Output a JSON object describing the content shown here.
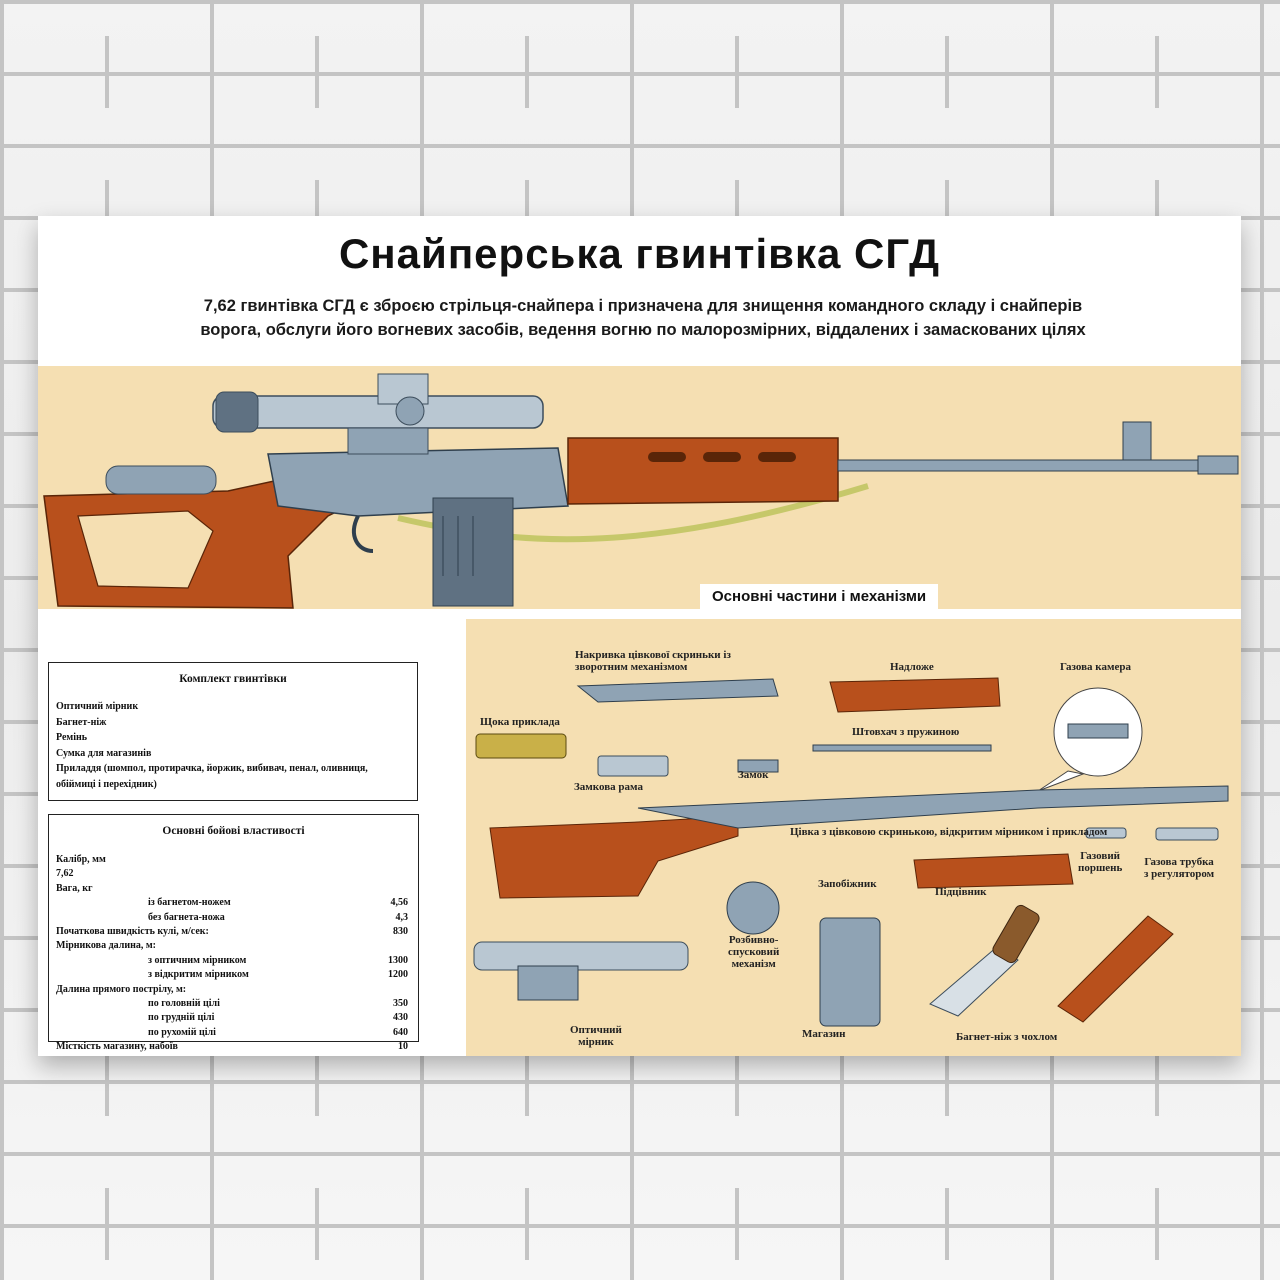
{
  "poster": {
    "title": "Снайперська гвинтівка СГД",
    "subtitle_line1": "7,62 гвинтівка СГД є зброєю стрільця-снайпера і призначена для знищення командного складу і снайперів",
    "subtitle_line2": "ворога, обслуги його вогневих засобів, ведення вогню по малорозмірних, віддалених і замаскованих цілях",
    "section_label": "Основні частини і механізми"
  },
  "kit": {
    "title": "Комплект гвинтівки",
    "items": [
      "Оптичний мірник",
      "Багнет-ніж",
      "Ремінь",
      "Сумка для магазинів",
      "Приладдя (шомпол, протирачка, йоржик, вибивач, пенал, оливниця,",
      "обіймиці і перехідник)"
    ]
  },
  "properties": {
    "title": "Основні бойові властивості",
    "caliber_label": "Калібр, мм",
    "caliber_value": "7,62",
    "weight_label": "Вага, кг",
    "weight_bayonet_label": "із багнетом-ножем",
    "weight_bayonet_value": "4,56",
    "weight_no_bayonet_label": "без багнета-ножа",
    "weight_no_bayonet_value": "4,3",
    "velocity_label": "Початкова швидкість кулі, м/сек:",
    "velocity_value": "830",
    "sight_range_label": "Мірникова далина, м:",
    "sight_optical_label": "з оптичним мірником",
    "sight_optical_value": "1300",
    "sight_open_label": "з відкритим мірником",
    "sight_open_value": "1200",
    "direct_shot_label": "Далина прямого пострілу, м:",
    "head_label": "по головній цілі",
    "head_value": "350",
    "chest_label": "по грудній цілі",
    "chest_value": "430",
    "running_label": "по рухомій цілі",
    "running_value": "640",
    "magazine_label": "Місткість магазину, набоїв",
    "magazine_value": "10"
  },
  "parts": {
    "receiver_cover_1": "Накривка цівкової скриньки із",
    "receiver_cover_2": "зворотним механізмом",
    "handguard_upper": "Надложе",
    "gas_chamber": "Газова камера",
    "cheek_piece": "Щока приклада",
    "operating_rod": "Штовхач з пружиною",
    "bolt": "Замок",
    "bolt_carrier": "Замкова рама",
    "barrel_assembly": "Цівка з цівковою скринькою, відкритим мірником і прикладом",
    "gas_piston_1": "Газовий",
    "gas_piston_2": "поршень",
    "gas_tube_1": "Газова трубка",
    "gas_tube_2": "з регулятором",
    "safety": "Запобіжник",
    "handguard_lower": "Підцівник",
    "trigger_1": "Розбивно-",
    "trigger_2": "спусковий",
    "trigger_3": "механізм",
    "scope_1": "Оптичний",
    "scope_2": "мірник",
    "magazine": "Магазин",
    "bayonet": "Багнет-ніж з чохлом"
  },
  "colors": {
    "band": "#f5dfb2",
    "wood": "#b8501c",
    "metal": "#8fa3b4",
    "scope": "#b9c7d2"
  }
}
